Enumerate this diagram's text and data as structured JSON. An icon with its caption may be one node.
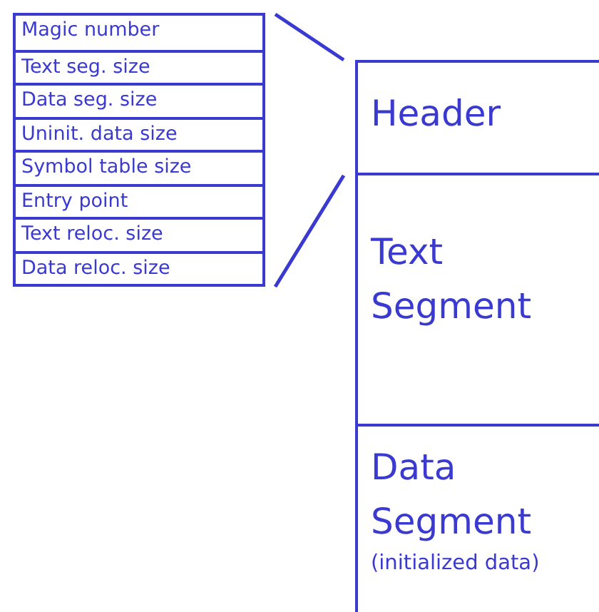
{
  "diagram": {
    "nodes": [
      {
        "text": [],
        "shape": "box"
      },
      {
        "text": [
          "Magic number"
        ],
        "in": 0
      },
      {
        "text": [
          "Text seg. size"
        ],
        "in": 0
      },
      {
        "text": [
          "Data seg. size"
        ],
        "in": 0
      },
      {
        "text": [
          "Uninit. data size"
        ],
        "in": 0
      },
      {
        "text": [
          "Symbol table size"
        ],
        "in": 0
      },
      {
        "text": [
          "Entry point"
        ],
        "in": 0
      },
      {
        "text": [
          "Text reloc. size"
        ],
        "in": 0
      },
      {
        "text": [
          "Data reloc. size"
        ],
        "in": 0
      },
      {
        "text": [
          "Header"
        ]
      },
      {
        "text": [
          "Text Segment"
        ]
      },
      {
        "text": [
          "Data Segment",
          "(initialized data)"
        ]
      }
    ],
    "edges": [
      {
        "from": 0,
        "to": 9,
        "arrow": "none"
      },
      {
        "from": 0,
        "to": 9,
        "arrow": "none"
      }
    ]
  }
}
